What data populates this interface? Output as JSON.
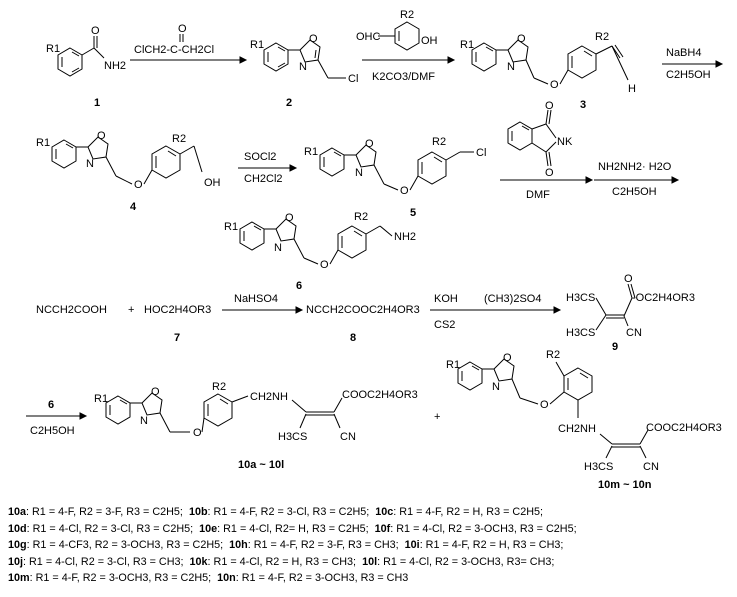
{
  "compounds": {
    "c1": "1",
    "c2": "2",
    "c3": "3",
    "c4": "4",
    "c5": "5",
    "c6": "6",
    "c7": "7",
    "c8": "8",
    "c9": "9",
    "c10a": "10a ~ 10l",
    "c10m": "10m ~ 10n"
  },
  "reagents": {
    "r1": "ClCH2-C-CH2Cl",
    "r2a": "OHC",
    "r2b": "OH",
    "r2c": "K2CO3/DMF",
    "r3a": "NaBH4",
    "r3b": "C2H5OH",
    "r4a": "SOCl2",
    "r4b": "CH2Cl2",
    "r5a": "DMF",
    "r5b": "NK",
    "r6a": "NH2NH2· H2O",
    "r6b": "C2H5OH",
    "r7": "NaHSO4",
    "r8a": "KOH",
    "r8b": "CS2",
    "r8c": "(CH3)2SO4",
    "r9a": "6",
    "r9b": "C2H5OH"
  },
  "labels": {
    "nh2": "NH2",
    "nh2b": "NH2",
    "cl": "Cl",
    "cl2": "Cl",
    "oh": "OH",
    "h": "H",
    "o": "O",
    "n": "N",
    "r1": "R1",
    "r2": "R2",
    "ncch2cooh": "NCCH2COOH",
    "plus": "+",
    "hoc2h4or3": "HOC2H4OR3",
    "ester8": "NCCH2COOC2H4OR3",
    "h3cs": "H3CS",
    "cn": "CN",
    "ester9": "-OC2H4OR3",
    "ch2nh": "CH2NH",
    "cooester": "COOC2H4OR3"
  },
  "legend": [
    [
      {
        "id": "10a",
        "text": ": R1 = 4-F, R2 = 3-F, R3 = C2H5;"
      },
      {
        "id": "10b",
        "text": ": R1 = 4-F, R2 = 3-Cl, R3 = C2H5;"
      },
      {
        "id": "10c",
        "text": ": R1 = 4-F, R2 = H, R3 = C2H5;"
      }
    ],
    [
      {
        "id": "10d",
        "text": ": R1 = 4-Cl, R2 = 3-Cl, R3 = C2H5;"
      },
      {
        "id": "10e",
        "text": ": R1 = 4-Cl, R2= H, R3 = C2H5;"
      },
      {
        "id": "10f",
        "text": ": R1 = 4-Cl, R2 = 3-OCH3, R3 = C2H5;"
      }
    ],
    [
      {
        "id": "10g",
        "text": ": R1 = 4-CF3, R2 = 3-OCH3, R3 = C2H5;"
      },
      {
        "id": "10h",
        "text": ": R1 = 4-F, R2 = 3-F, R3 = CH3;"
      },
      {
        "id": "10i",
        "text": ": R1 = 4-F, R2 = H, R3 = CH3;"
      }
    ],
    [
      {
        "id": "10j",
        "text": ": R1 = 4-Cl, R2 = 3-Cl, R3 = CH3;"
      },
      {
        "id": "10k",
        "text": ": R1 = 4-Cl, R2 = H, R3 = CH3;"
      },
      {
        "id": "10l",
        "text": ": R1 = 4-Cl, R2 = 3-OCH3, R3= CH3;"
      }
    ],
    [
      {
        "id": "10m",
        "text": ": R1 = 4-F, R2 = 3-OCH3, R3 = C2H5;"
      },
      {
        "id": "10n",
        "text": ": R1 = 4-F, R2 = 3-OCH3, R3 = CH3"
      }
    ]
  ]
}
